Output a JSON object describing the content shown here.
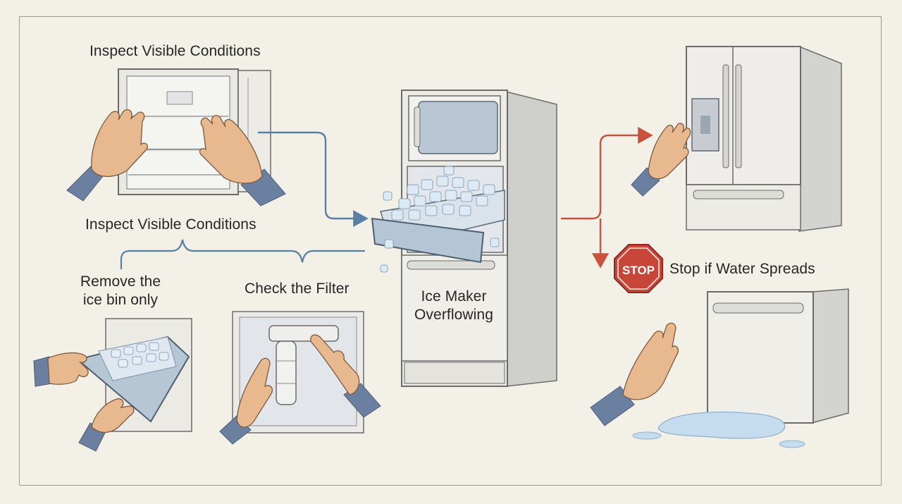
{
  "labels": {
    "inspect_top": "Inspect Visible Conditions",
    "inspect_mid": "Inspect Visible Conditions",
    "remove_bin_line1": "Remove the",
    "remove_bin_line2": "ice bin only",
    "check_filter": "Check the Filter",
    "center_line1": "Ice Maker",
    "center_line2": "Overflowing",
    "stop_sign": "STOP",
    "stop_caption": "Stop if Water Spreads"
  },
  "colors": {
    "background": "#f3f0e8",
    "flow_arrow_blue": "#5a7fa6",
    "flow_arrow_red": "#c8523b",
    "stop_sign_red": "#c7463a",
    "line_art": "#6b6b6b",
    "ice_blue": "#cfe0ee",
    "sleeve_blue": "#6b7fa0",
    "skin": "#e8b88e",
    "water": "#c4dcee"
  },
  "icons": [
    "hand-icon",
    "refrigerator-icon",
    "ice-bin-icon",
    "water-filter-icon",
    "stop-sign-icon",
    "water-puddle-icon"
  ]
}
